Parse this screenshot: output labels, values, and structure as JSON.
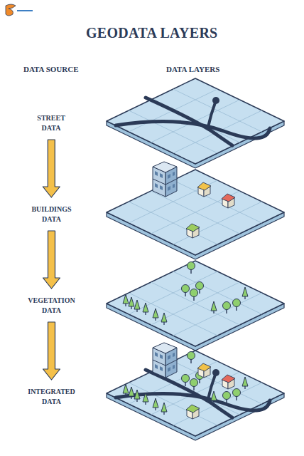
{
  "diagram": {
    "title": "GEODATA LAYERS",
    "nodes": [
      {
        "text": [
          "STREET DATA"
        ]
      },
      {
        "text": [
          "BUILDINGS DATA"
        ]
      },
      {
        "text": [
          "VEGETATION DATA"
        ]
      },
      {
        "text": [
          "INTEGRATED DATA"
        ]
      }
    ],
    "edges": [
      {
        "from": 0,
        "to": 1,
        "arrow": "to"
      },
      {
        "from": 1,
        "to": 2,
        "arrow": "to"
      },
      {
        "from": 2,
        "to": 3,
        "arrow": "to"
      }
    ],
    "labels": [
      "DATA SOURCE",
      "DATA LAYERS"
    ]
  }
}
